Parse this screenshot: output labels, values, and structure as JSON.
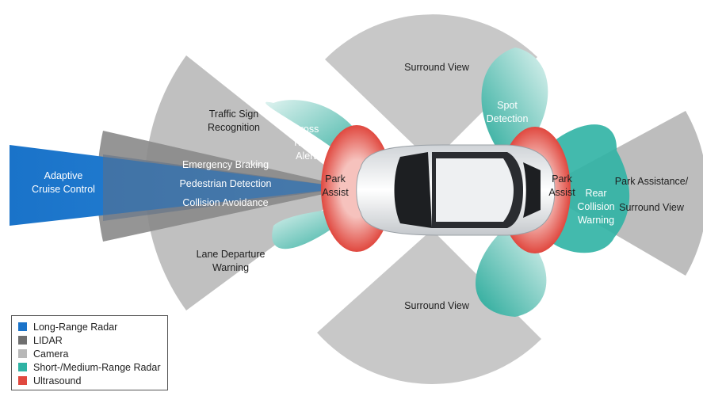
{
  "colors": {
    "long_range_radar": "#1a73c9",
    "lidar": "#6f6f6f",
    "camera": "#b8b8b8",
    "short_medium_radar": "#2fb3a4",
    "ultrasound": "#e0483f"
  },
  "zones": {
    "adaptive_cruise": "Adaptive\nCruise Control",
    "traffic_sign": "Traffic Sign\nRecognition",
    "emergency_braking": "Emergency Braking",
    "pedestrian_detection": "Pedestrian Detection",
    "collision_avoidance": "Collision Avoidance",
    "lane_departure": "Lane Departure\nWarning",
    "cross_traffic": "Cross\nTraffic\nAlert",
    "park_assist_front": "Park\nAssist",
    "surround_view_top": "Surround View",
    "surround_view_bottom": "Surround View",
    "spot_detection": "Spot\nDetection",
    "park_assist_rear": "Park\nAssist",
    "rear_collision": "Rear\nCollision\nWarning",
    "park_assistance_line1": "Park Assistance/",
    "park_assistance_line2": "Surround View"
  },
  "legend": [
    {
      "label": "Long-Range Radar",
      "color": "#1a73c9"
    },
    {
      "label": "LIDAR",
      "color": "#6f6f6f"
    },
    {
      "label": "Camera",
      "color": "#b8b8b8"
    },
    {
      "label": "Short-/Medium-Range Radar",
      "color": "#2fb3a4"
    },
    {
      "label": "Ultrasound",
      "color": "#e0483f"
    }
  ]
}
